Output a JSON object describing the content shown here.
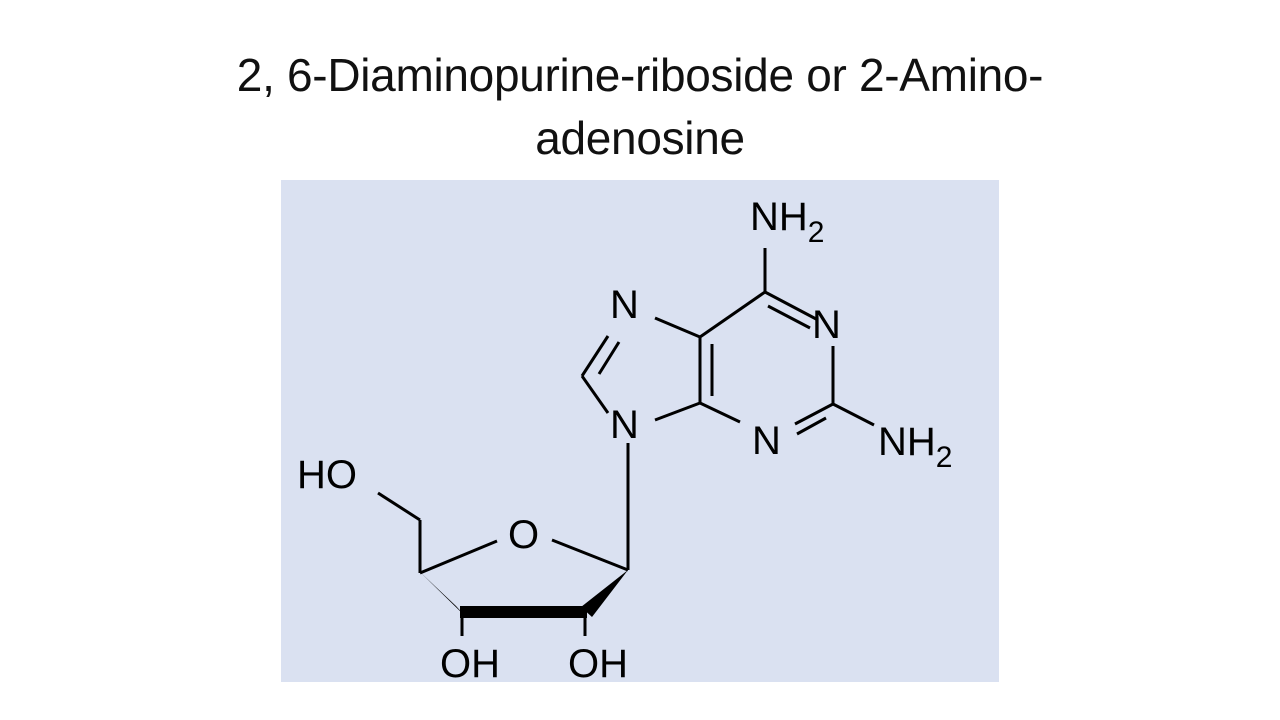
{
  "slide": {
    "title_line1": "2, 6-Diaminopurine-riboside or 2-Amino-",
    "title_line2": "adenosine"
  },
  "structure": {
    "atoms": {
      "nh2_top": "NH",
      "nh2_top_sub": "2",
      "n1": "N",
      "n3": "N",
      "n7": "N",
      "n9": "N",
      "nh2_right": "NH",
      "nh2_right_sub": "2",
      "ho": "HO",
      "ring_o": "O",
      "oh_left": "OH",
      "oh_right": "OH"
    },
    "background_color": "#dae1f1"
  }
}
